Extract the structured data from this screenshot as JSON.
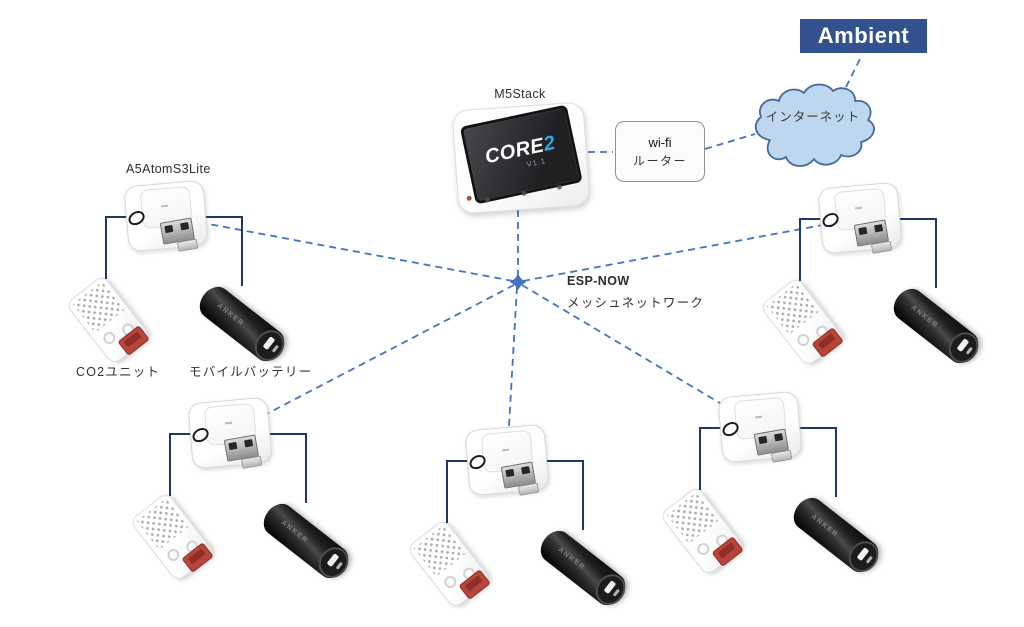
{
  "diagram": {
    "ambient": {
      "label": "Ambient"
    },
    "internet_cloud": {
      "label": "インターネット"
    },
    "wifi_router": {
      "line1": "wi-fi",
      "line2": "ルーター"
    },
    "m5stack": {
      "label": "M5Stack",
      "screen_model": "CORE",
      "screen_model_accent": "2",
      "screen_version": "V1.1"
    },
    "espnow": {
      "line1": "ESP-NOW",
      "line2": "メッシュネットワーク"
    },
    "node_labels": {
      "controller": "A5AtomS3Lite",
      "co2": "CO2ユニット",
      "battery": "モバイルバッテリー"
    },
    "battery_brand": "ANKER",
    "colors": {
      "ambient_bg": "#33518E",
      "mesh_line": "#4472C4",
      "wire_line": "#1F3864",
      "cloud_fill": "#BDD7EE",
      "cloud_stroke": "#44699D",
      "m5_screen_accent": "#2EA9E2",
      "co2_connector": "#B8453A"
    }
  }
}
